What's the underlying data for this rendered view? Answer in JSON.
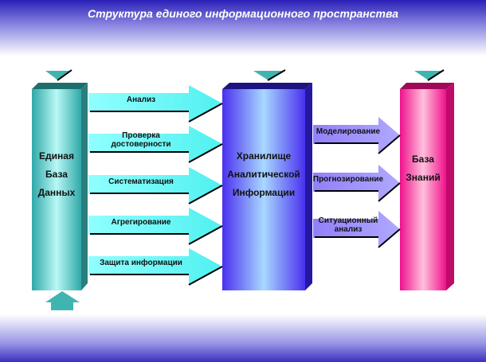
{
  "title": "Структура единого информационного пространства",
  "colors": {
    "left_column": "#40c0c0",
    "middle_column": "#4a3cf0",
    "right_column": "#f0148c",
    "left_arrows": "#80ffff",
    "right_arrows": "#9c8cff"
  },
  "left_column": {
    "lines": [
      "Единая",
      "База",
      "Данных"
    ]
  },
  "middle_column": {
    "lines": [
      "Хранилище",
      "Аналитической",
      "Информации"
    ]
  },
  "right_column": {
    "lines": [
      "База",
      "Знаний"
    ]
  },
  "left_arrows": [
    {
      "lines": [
        "Анализ"
      ]
    },
    {
      "lines": [
        "Проверка",
        "достоверности"
      ]
    },
    {
      "lines": [
        "Систематизация"
      ]
    },
    {
      "lines": [
        "Агрегирование"
      ]
    },
    {
      "lines": [
        "Защита информации"
      ]
    }
  ],
  "right_arrows": [
    {
      "lines": [
        "Моделирование"
      ]
    },
    {
      "lines": [
        "Прогнозирование"
      ]
    },
    {
      "lines": [
        "Ситуационный",
        "анализ"
      ]
    }
  ]
}
